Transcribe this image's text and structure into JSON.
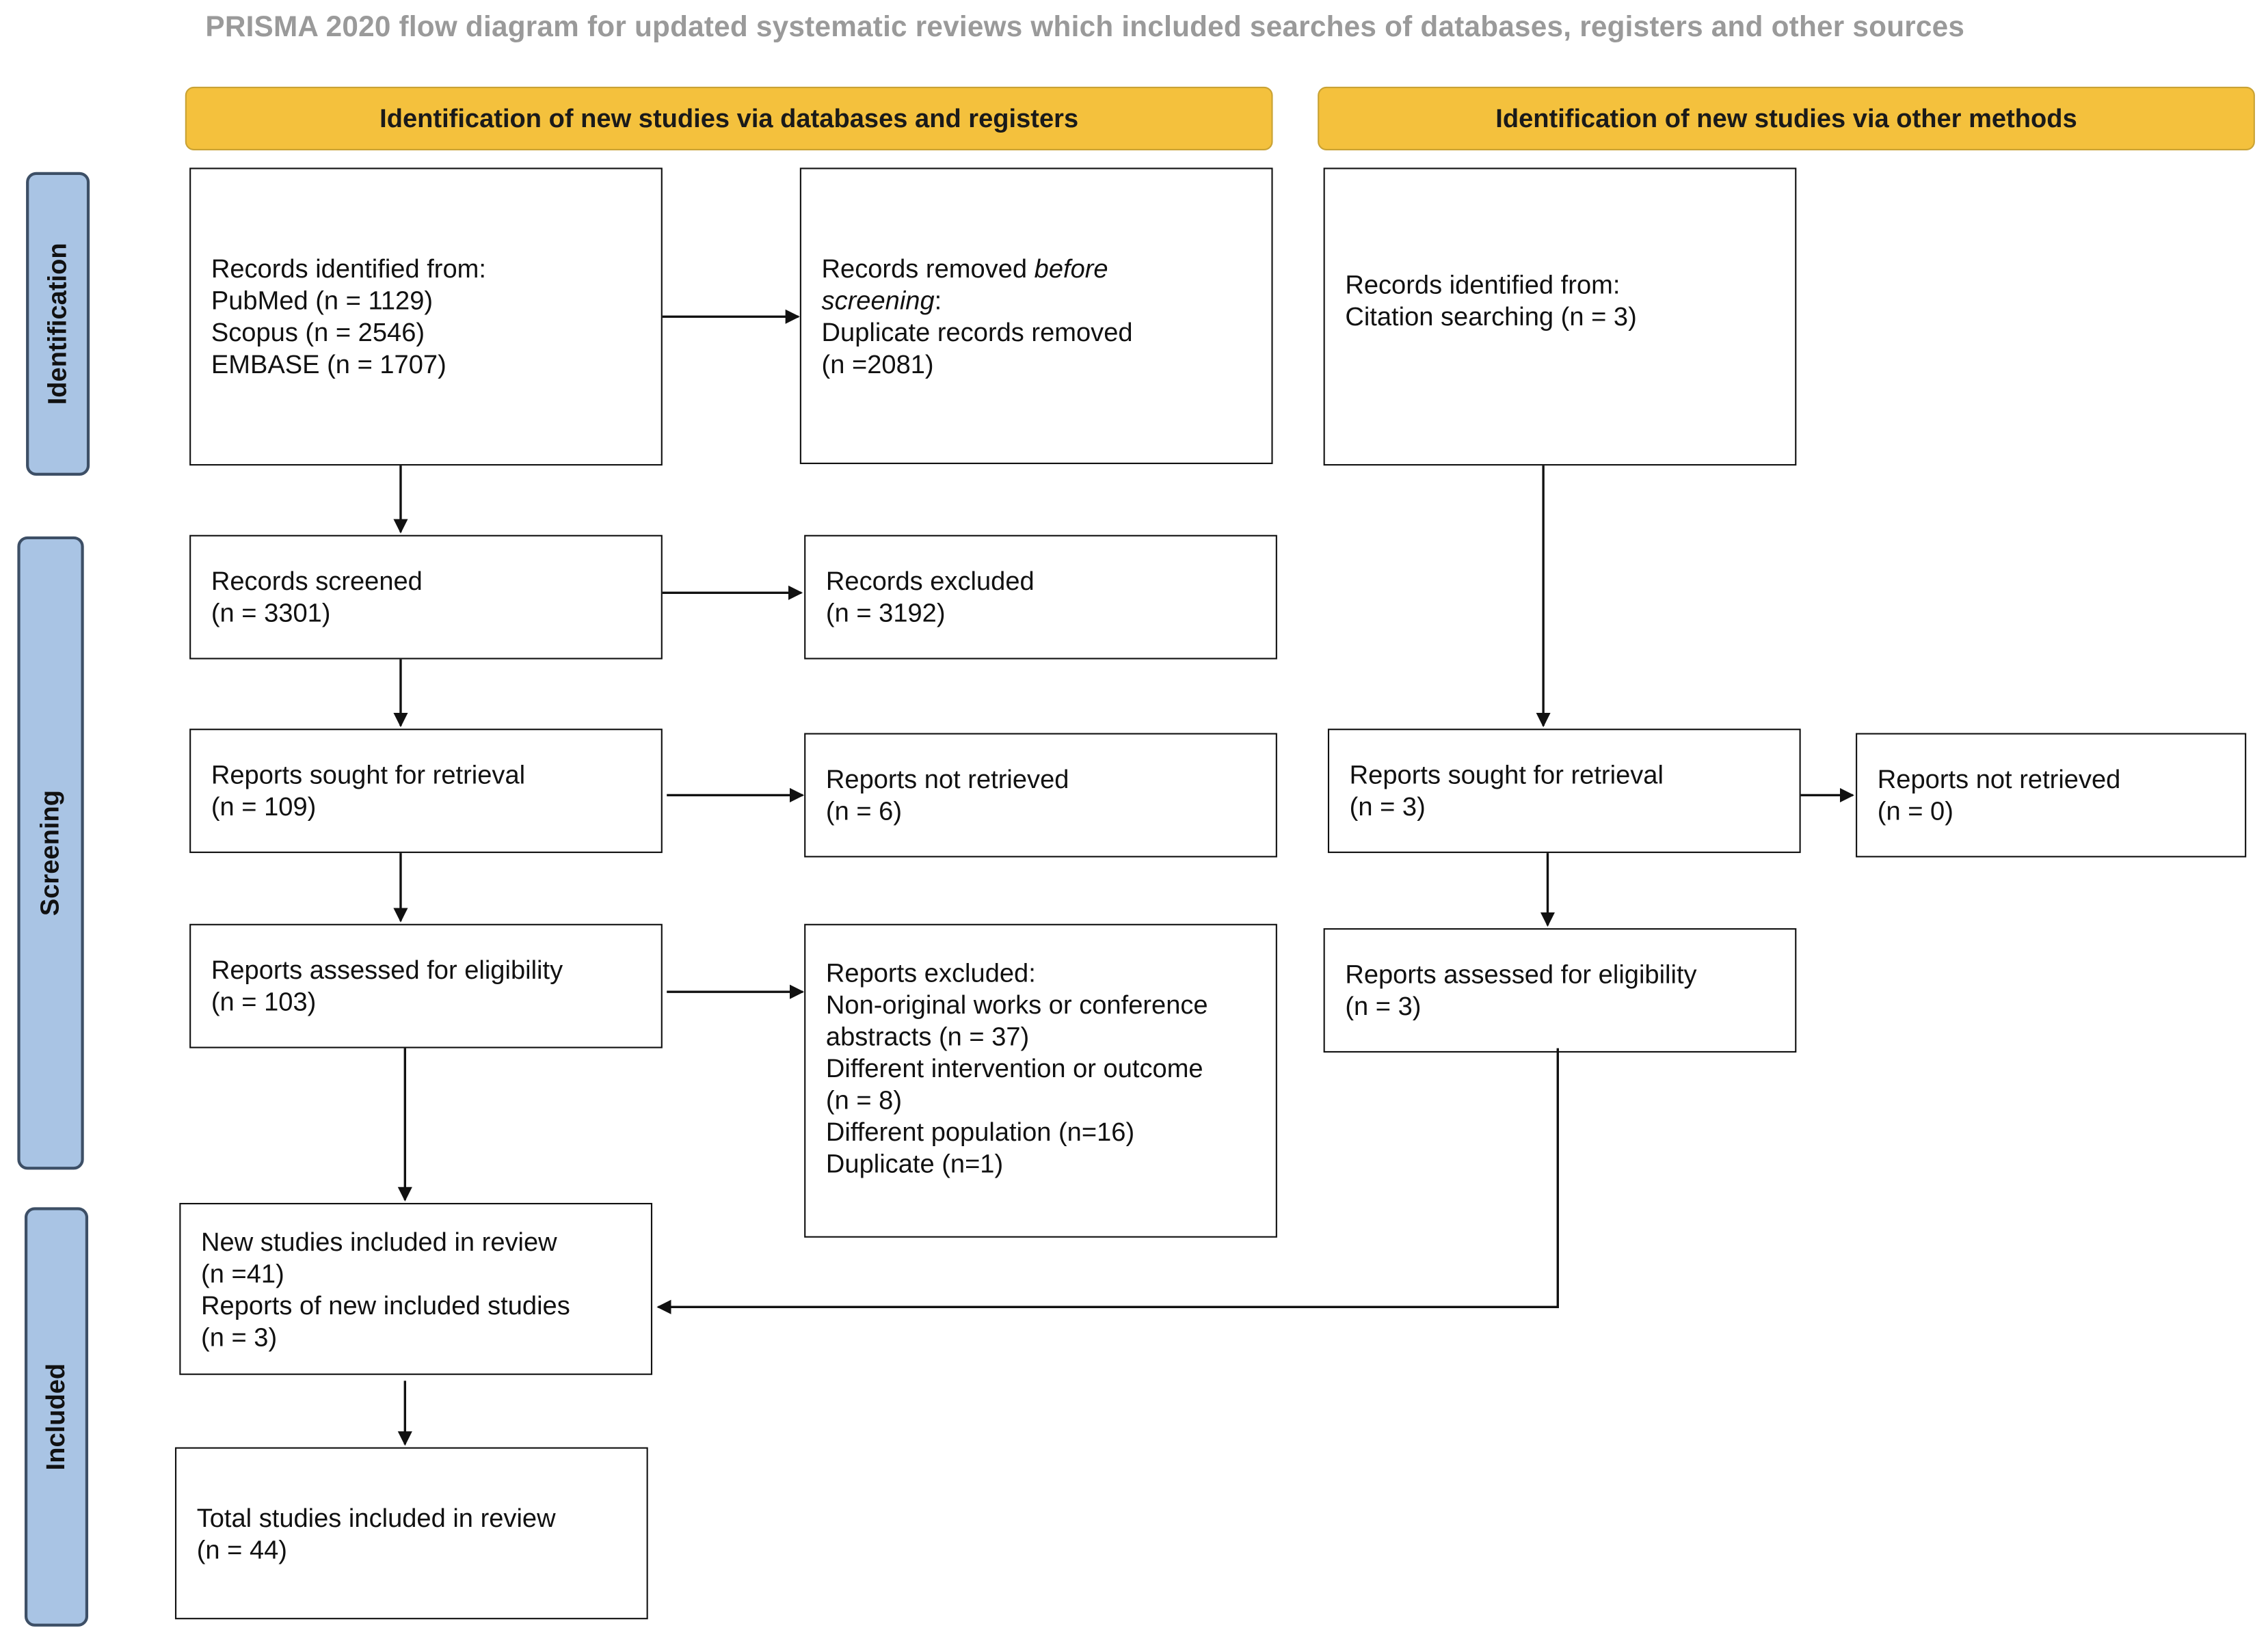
{
  "title": "PRISMA 2020 flow diagram for updated systematic reviews which included searches of databases, registers and other sources",
  "headers": {
    "databases": "Identification of new studies via databases and registers",
    "other": "Identification of new studies via other methods"
  },
  "phases": {
    "identification": "Identification",
    "screening": "Screening",
    "included": "Included"
  },
  "boxes": {
    "records_identified": {
      "heading": "Records identified from:",
      "lines": [
        "PubMed (n = 1129)",
        "Scopus (n = 2546)",
        "EMBASE (n = 1707)"
      ]
    },
    "records_removed": {
      "heading_prefix": "Records removed ",
      "heading_emph": "before",
      "heading_line2_emph": "screening",
      "heading_line2_suffix": ":",
      "lines": [
        "Duplicate records removed",
        "(n =2081)"
      ]
    },
    "records_screened": {
      "label": "Records screened",
      "count": "(n = 3301)"
    },
    "records_excluded": {
      "label": "Records excluded",
      "count": "(n = 3192)"
    },
    "reports_sought": {
      "label": "Reports sought for retrieval",
      "count": "(n = 109)"
    },
    "reports_not_retrieved": {
      "label": "Reports not retrieved",
      "count": "(n = 6)"
    },
    "reports_assessed": {
      "label": "Reports assessed for eligibility",
      "count": "(n = 103)"
    },
    "reports_excluded": {
      "heading": "Reports excluded:",
      "lines": [
        "Non-original works or conference",
        "abstracts (n = 37)",
        "Different intervention or outcome",
        "(n = 8)",
        "Different population (n=16)",
        "Duplicate (n=1)"
      ]
    },
    "new_included": {
      "lines": [
        "New studies included in review",
        "(n =41)",
        "Reports of new included studies",
        "(n = 3)"
      ]
    },
    "total_included": {
      "label": "Total studies included in review",
      "count": "(n = 44)"
    },
    "other_identified": {
      "heading": "Records identified from:",
      "line": "Citation searching (n = 3)"
    },
    "other_sought": {
      "label": "Reports sought for retrieval",
      "count": "(n = 3)"
    },
    "other_not_retrieved": {
      "label": "Reports not retrieved",
      "count": "(n = 0)"
    },
    "other_assessed": {
      "label": "Reports assessed for eligibility",
      "count": "(n = 3)"
    }
  },
  "colors": {
    "header_fill": "#f4c13d",
    "phase_fill": "#a9c4e4",
    "title_text": "#9a9a9a"
  }
}
